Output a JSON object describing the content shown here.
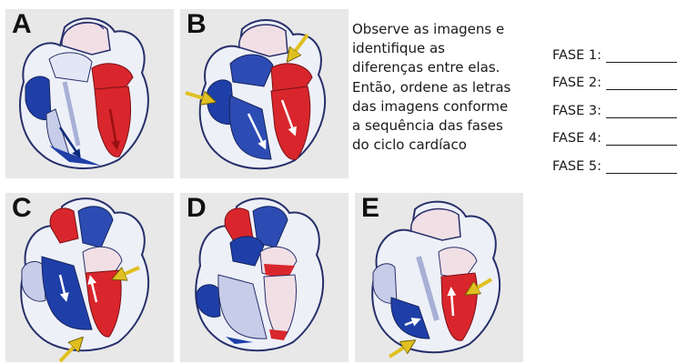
{
  "panels": [
    {
      "letter": "A"
    },
    {
      "letter": "B"
    },
    {
      "letter": "C"
    },
    {
      "letter": "D"
    },
    {
      "letter": "E"
    }
  ],
  "instructions": {
    "lines": [
      "Observe as imagens e",
      "identifique as",
      "diferenças entre elas.",
      "Então, ordene as letras",
      "das imagens conforme",
      "a sequência das fases",
      "do ciclo cardíaco"
    ]
  },
  "fases": [
    {
      "label": "FASE 1:"
    },
    {
      "label": "FASE 2:"
    },
    {
      "label": "FASE 3:"
    },
    {
      "label": "FASE 4:"
    },
    {
      "label": "FASE 5:"
    }
  ],
  "colors": {
    "oxygenated": "#d8262c",
    "deoxygenated": "#1f3fa8",
    "arrow": "#e0c020",
    "panel_bg": "#e8e8e8"
  }
}
